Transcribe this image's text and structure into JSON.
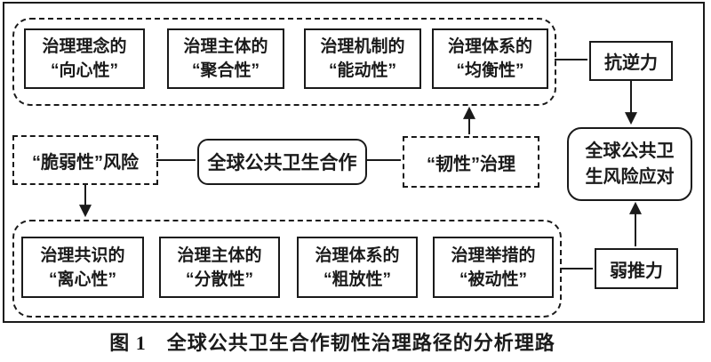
{
  "diagram": {
    "top_group": {
      "boxes": [
        {
          "line1": "治理理念的",
          "line2": "“向心性”"
        },
        {
          "line1": "治理主体的",
          "line2": "“聚合性”"
        },
        {
          "line1": "治理机制的",
          "line2": "“能动性”"
        },
        {
          "line1": "治理体系的",
          "line2": "“均衡性”"
        }
      ]
    },
    "middle": {
      "vulnerability_risk": "“脆弱性”风险",
      "cooperation": "全球公共卫生合作",
      "resilience_governance": "“韧性”治理",
      "resistance_force": "抗逆力",
      "weak_push_force": "弱推力",
      "risk_response_line1": "全球公共卫",
      "risk_response_line2": "生风险应对"
    },
    "bottom_group": {
      "boxes": [
        {
          "line1": "治理共识的",
          "line2": "“离心性”"
        },
        {
          "line1": "治理主体的",
          "line2": "“分散性”"
        },
        {
          "line1": "治理体系的",
          "line2": "“粗放性”"
        },
        {
          "line1": "治理举措的",
          "line2": "“被动性”"
        }
      ]
    },
    "caption": "图 1　全球公共卫生合作韧性治理路径的分析理路"
  },
  "colors": {
    "ink": "#1a1a1a",
    "background": "#ffffff"
  }
}
